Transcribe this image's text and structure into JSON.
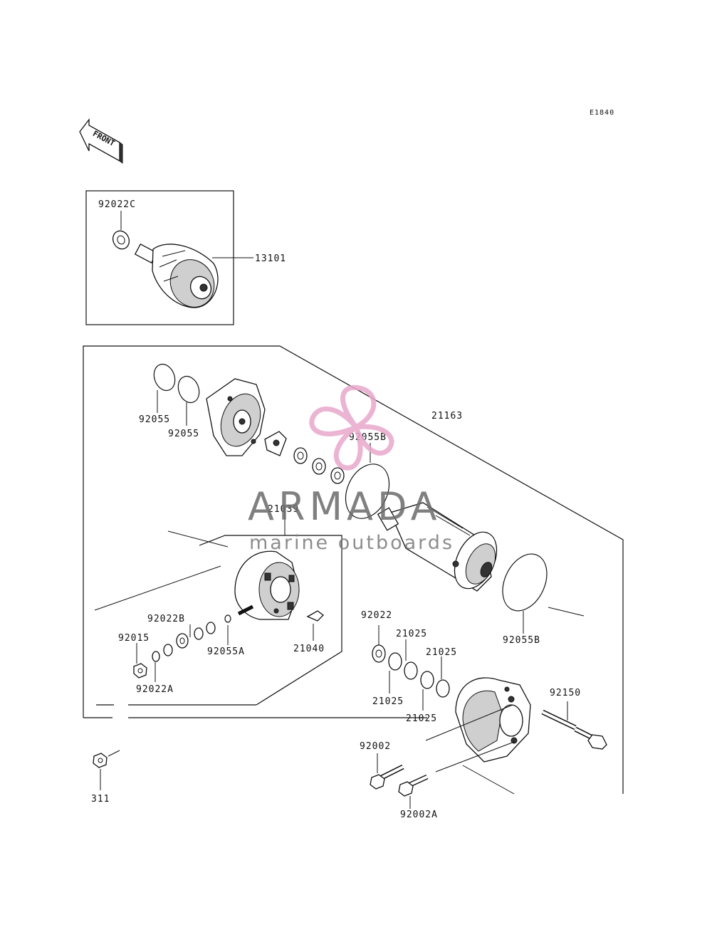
{
  "diagram_code": "E1840",
  "front_label": "FRONT",
  "watermark": {
    "brand": "ARMADA",
    "tagline": "marine outboards",
    "accent_color": "#e8a7cc"
  },
  "parts": {
    "p13101": "13101",
    "p92022c": "92022C",
    "p92055_a": "92055",
    "p92055_b": "92055",
    "p21163": "21163",
    "p92055b_top": "92055B",
    "p21039": "21039",
    "p92022b": "92022B",
    "p92015": "92015",
    "p92055a": "92055A",
    "p21040": "21040",
    "p92022a": "92022A",
    "p92022": "92022",
    "p21025_1": "21025",
    "p21025_2": "21025",
    "p21025_3": "21025",
    "p21025_4": "21025",
    "p92055b_bot": "92055B",
    "p92150": "92150",
    "p92002": "92002",
    "p92002a": "92002A",
    "p311": "311"
  }
}
